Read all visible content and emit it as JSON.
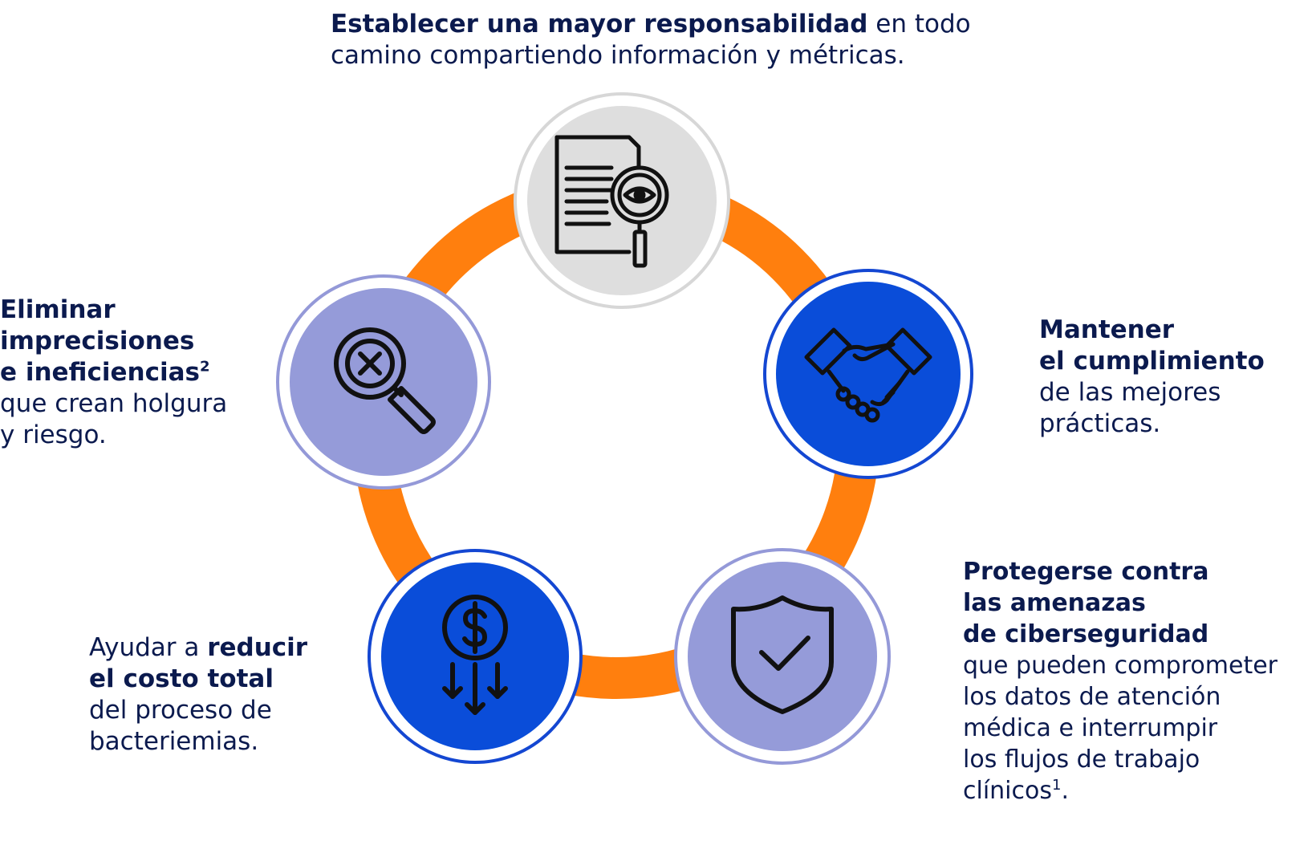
{
  "colors": {
    "ring": "#ff7f0e",
    "gray_fill": "#dedede",
    "gray_border": "#d7d7d7",
    "lavender_fill": "#959bd9",
    "lavender_border": "#9499d8",
    "blue_fill": "#0a4dd9",
    "blue_border": "#1447d2",
    "text": "#0b1a4e",
    "icon": "#111111"
  },
  "nodes": {
    "top": {
      "icon": "document-search-icon"
    },
    "right": {
      "icon": "handshake-icon"
    },
    "bottom_right": {
      "icon": "shield-check-icon"
    },
    "bottom_left": {
      "icon": "dollar-down-icon"
    },
    "left": {
      "icon": "search-x-icon"
    }
  },
  "texts": {
    "top": {
      "l1_bold": "Establecer una mayor responsabilidad",
      "l1_rest": " en todo",
      "l2": "camino compartiendo información y métricas."
    },
    "right": {
      "l1": "Mantener",
      "l2": "el cumplimiento",
      "l3": "de las mejores",
      "l4": "prácticas."
    },
    "bottom_right": {
      "l1": "Protegerse contra",
      "l2": "las amenazas",
      "l3": "de ciberseguridad",
      "l4": "que pueden comprometer",
      "l5": "los datos de atención",
      "l6": "médica e interrumpir",
      "l7": "los flujos de trabajo",
      "l8": "clínicos",
      "l8_sup": "1",
      "l8_end": "."
    },
    "bottom_left": {
      "l1_normal": "Ayudar a ",
      "l1_bold": "reducir",
      "l2": "el costo total",
      "l3": "del proceso de",
      "l4": "bacteriemias."
    },
    "left": {
      "l1": "Eliminar",
      "l2": "imprecisiones",
      "l3": "e ineficiencias",
      "l3_sup": "2",
      "l4": "que crean holgura",
      "l5": "y riesgo."
    }
  }
}
